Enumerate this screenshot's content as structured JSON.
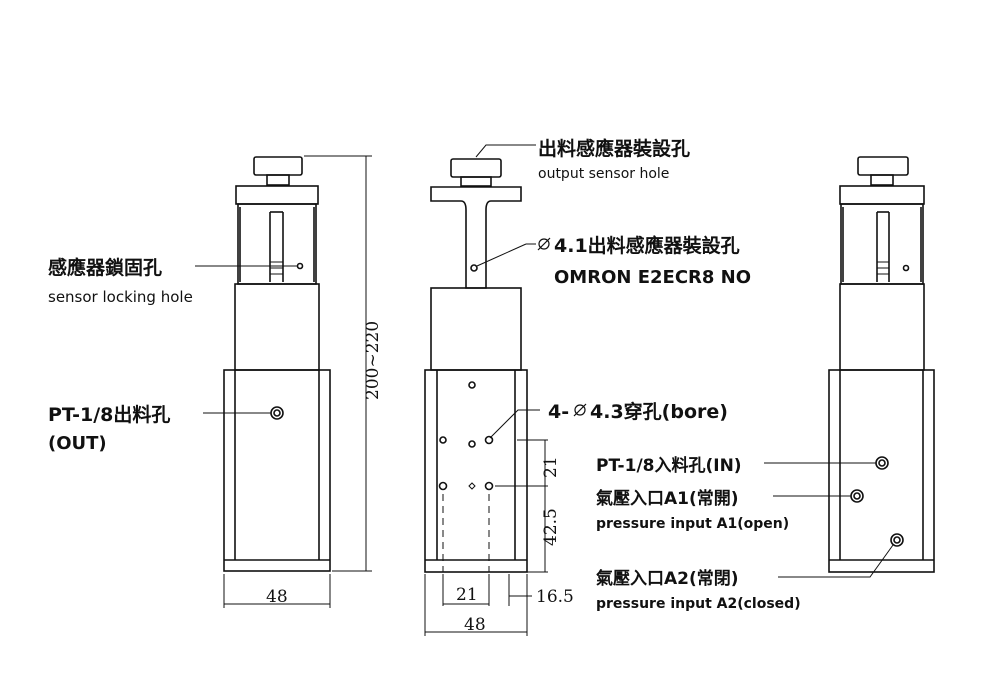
{
  "labels": {
    "sensor_lock_cn": "感應器鎖固孔",
    "sensor_lock_en": "sensor locking hole",
    "out_port_cn": "PT-1/8出料孔",
    "out_port_en": "(OUT)",
    "output_sensor_cn": "出料感應器裝設孔",
    "output_sensor_en": "output sensor hole",
    "sensor_hole_spec": "4.1出料感應器裝設孔",
    "sensor_model": "OMRON E2ECR8 NO",
    "bore_holes": "4-",
    "bore_holes_spec": "4.3穿孔(bore)",
    "in_port": "PT-1/8入料孔(IN)",
    "a1_cn": "氣壓入口A1(常開)",
    "a1_en": "pressure input A1(open)",
    "a2_cn": "氣壓入口A2(常閉)",
    "a2_en": "pressure input A2(closed)"
  },
  "dimensions": {
    "height_range": "200~220",
    "left_width": "48",
    "center_width": "48",
    "hole_spacing_h": "21",
    "hole_spacing_v1": "21",
    "hole_spacing_v2": "42.5",
    "edge_offset": "16.5"
  },
  "colors": {
    "line": "#111111",
    "background": "#ffffff"
  }
}
